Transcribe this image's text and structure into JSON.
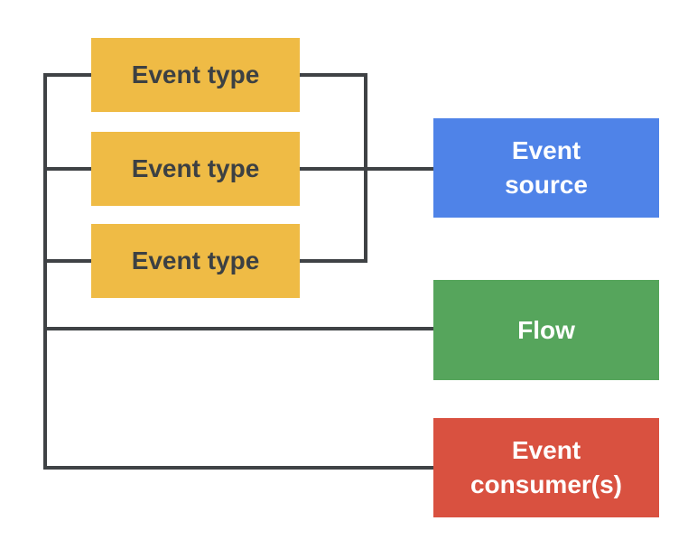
{
  "colors": {
    "background": "#ffffff",
    "yellow": "#efbb45",
    "blue": "#4f83e8",
    "green": "#56a55c",
    "red": "#d95140",
    "line": "#3f4245",
    "dark_text": "#3c4043",
    "light_text": "#ffffff"
  },
  "diagram": {
    "event_types": [
      {
        "label": "Event type"
      },
      {
        "label": "Event type"
      },
      {
        "label": "Event type"
      }
    ],
    "event_source": {
      "label": "Event source"
    },
    "flow": {
      "label": "Flow"
    },
    "event_consumers": {
      "label": "Event consumer(s)"
    }
  }
}
